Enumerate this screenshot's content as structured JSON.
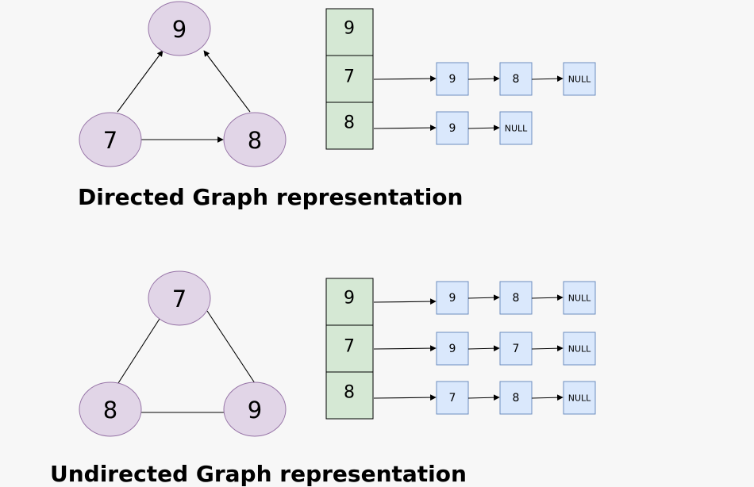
{
  "sections": [
    {
      "caption": "Directed Graph representation",
      "graph": {
        "nodes": [
          "9",
          "7",
          "8"
        ],
        "directed": true
      },
      "table": {
        "rows": [
          {
            "label": "9",
            "list": []
          },
          {
            "label": "7",
            "list": [
              "9",
              "8",
              "NULL"
            ]
          },
          {
            "label": "8",
            "list": [
              "9",
              "NULL"
            ]
          }
        ]
      }
    },
    {
      "caption": "Undirected Graph representation",
      "graph": {
        "nodes": [
          "7",
          "8",
          "9"
        ],
        "directed": false
      },
      "table": {
        "rows": [
          {
            "label": "9",
            "list": [
              "9",
              "8",
              "NULL"
            ]
          },
          {
            "label": "7",
            "list": [
              "9",
              "7",
              "NULL"
            ]
          },
          {
            "label": "8",
            "list": [
              "7",
              "8",
              "NULL"
            ]
          }
        ]
      }
    }
  ]
}
